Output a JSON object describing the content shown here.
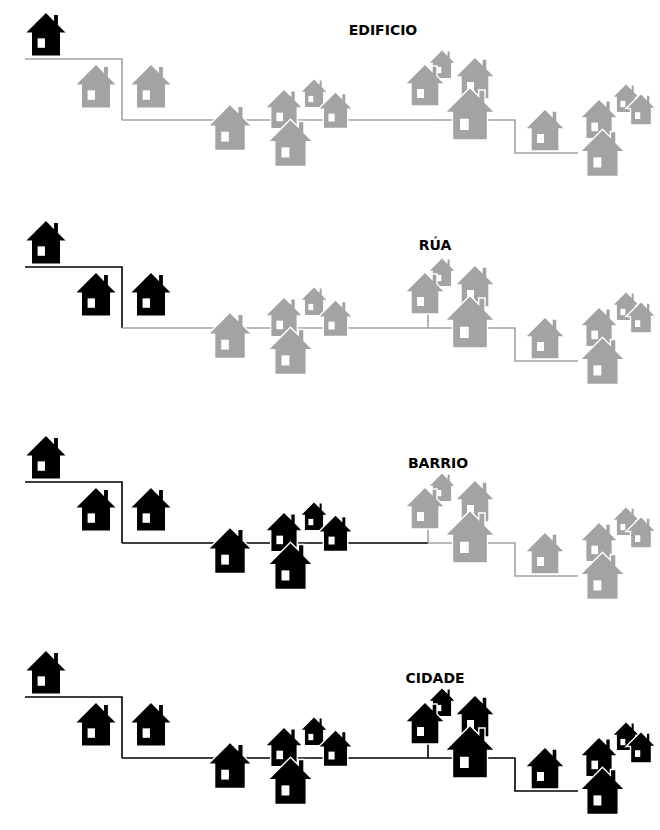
{
  "diagram": {
    "labels": [
      "EDIFICIO",
      "RÚA",
      "BARRIO",
      "CIDADE"
    ]
  }
}
